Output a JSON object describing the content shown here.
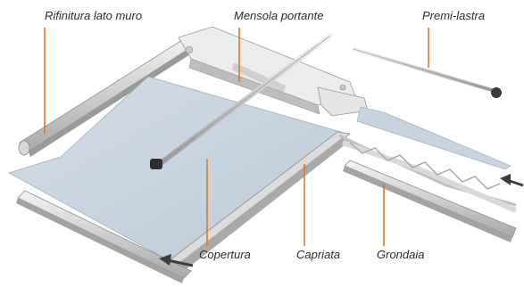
{
  "labels": {
    "rifinitura": "Rifinitura lato muro",
    "mensola": "Mensola portante",
    "premi": "Premi-lastra",
    "copertura": "Copertura",
    "capriata": "Capriata",
    "grondaia": "Grondaia"
  },
  "colors": {
    "leader": "#e07a1f",
    "panel": "#c6d3df",
    "metal": "#e4e4e4",
    "metal_shade": "#b9b9b9",
    "label_text": "#2b2b2b"
  }
}
